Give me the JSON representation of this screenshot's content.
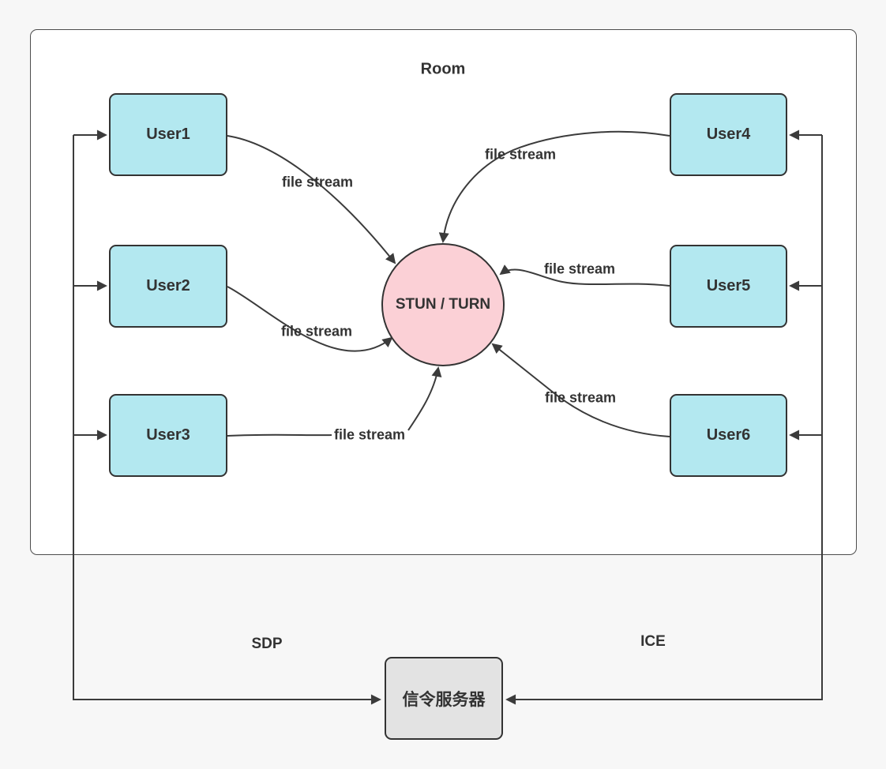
{
  "diagram": {
    "title": "Room",
    "users": [
      {
        "id": "user1",
        "label": "User1"
      },
      {
        "id": "user2",
        "label": "User2"
      },
      {
        "id": "user3",
        "label": "User3"
      },
      {
        "id": "user4",
        "label": "User4"
      },
      {
        "id": "user5",
        "label": "User5"
      },
      {
        "id": "user6",
        "label": "User6"
      }
    ],
    "center_node": {
      "label": "STUN / TURN",
      "shape": "circle"
    },
    "signal_server": {
      "label": "信令服务器",
      "shape": "rounded-rect"
    },
    "labels": {
      "file_stream": "file stream",
      "sdp": "SDP",
      "ice": "ICE"
    },
    "colors": {
      "page_bg": "#f7f7f7",
      "room_bg": "#ffffff",
      "room_border": "#4d4d4d",
      "user_fill": "#b3e8f0",
      "stun_fill": "#fbd0d6",
      "signal_fill": "#e3e3e3",
      "node_border": "#333333",
      "line": "#3b3b3b",
      "text": "#333333"
    }
  }
}
